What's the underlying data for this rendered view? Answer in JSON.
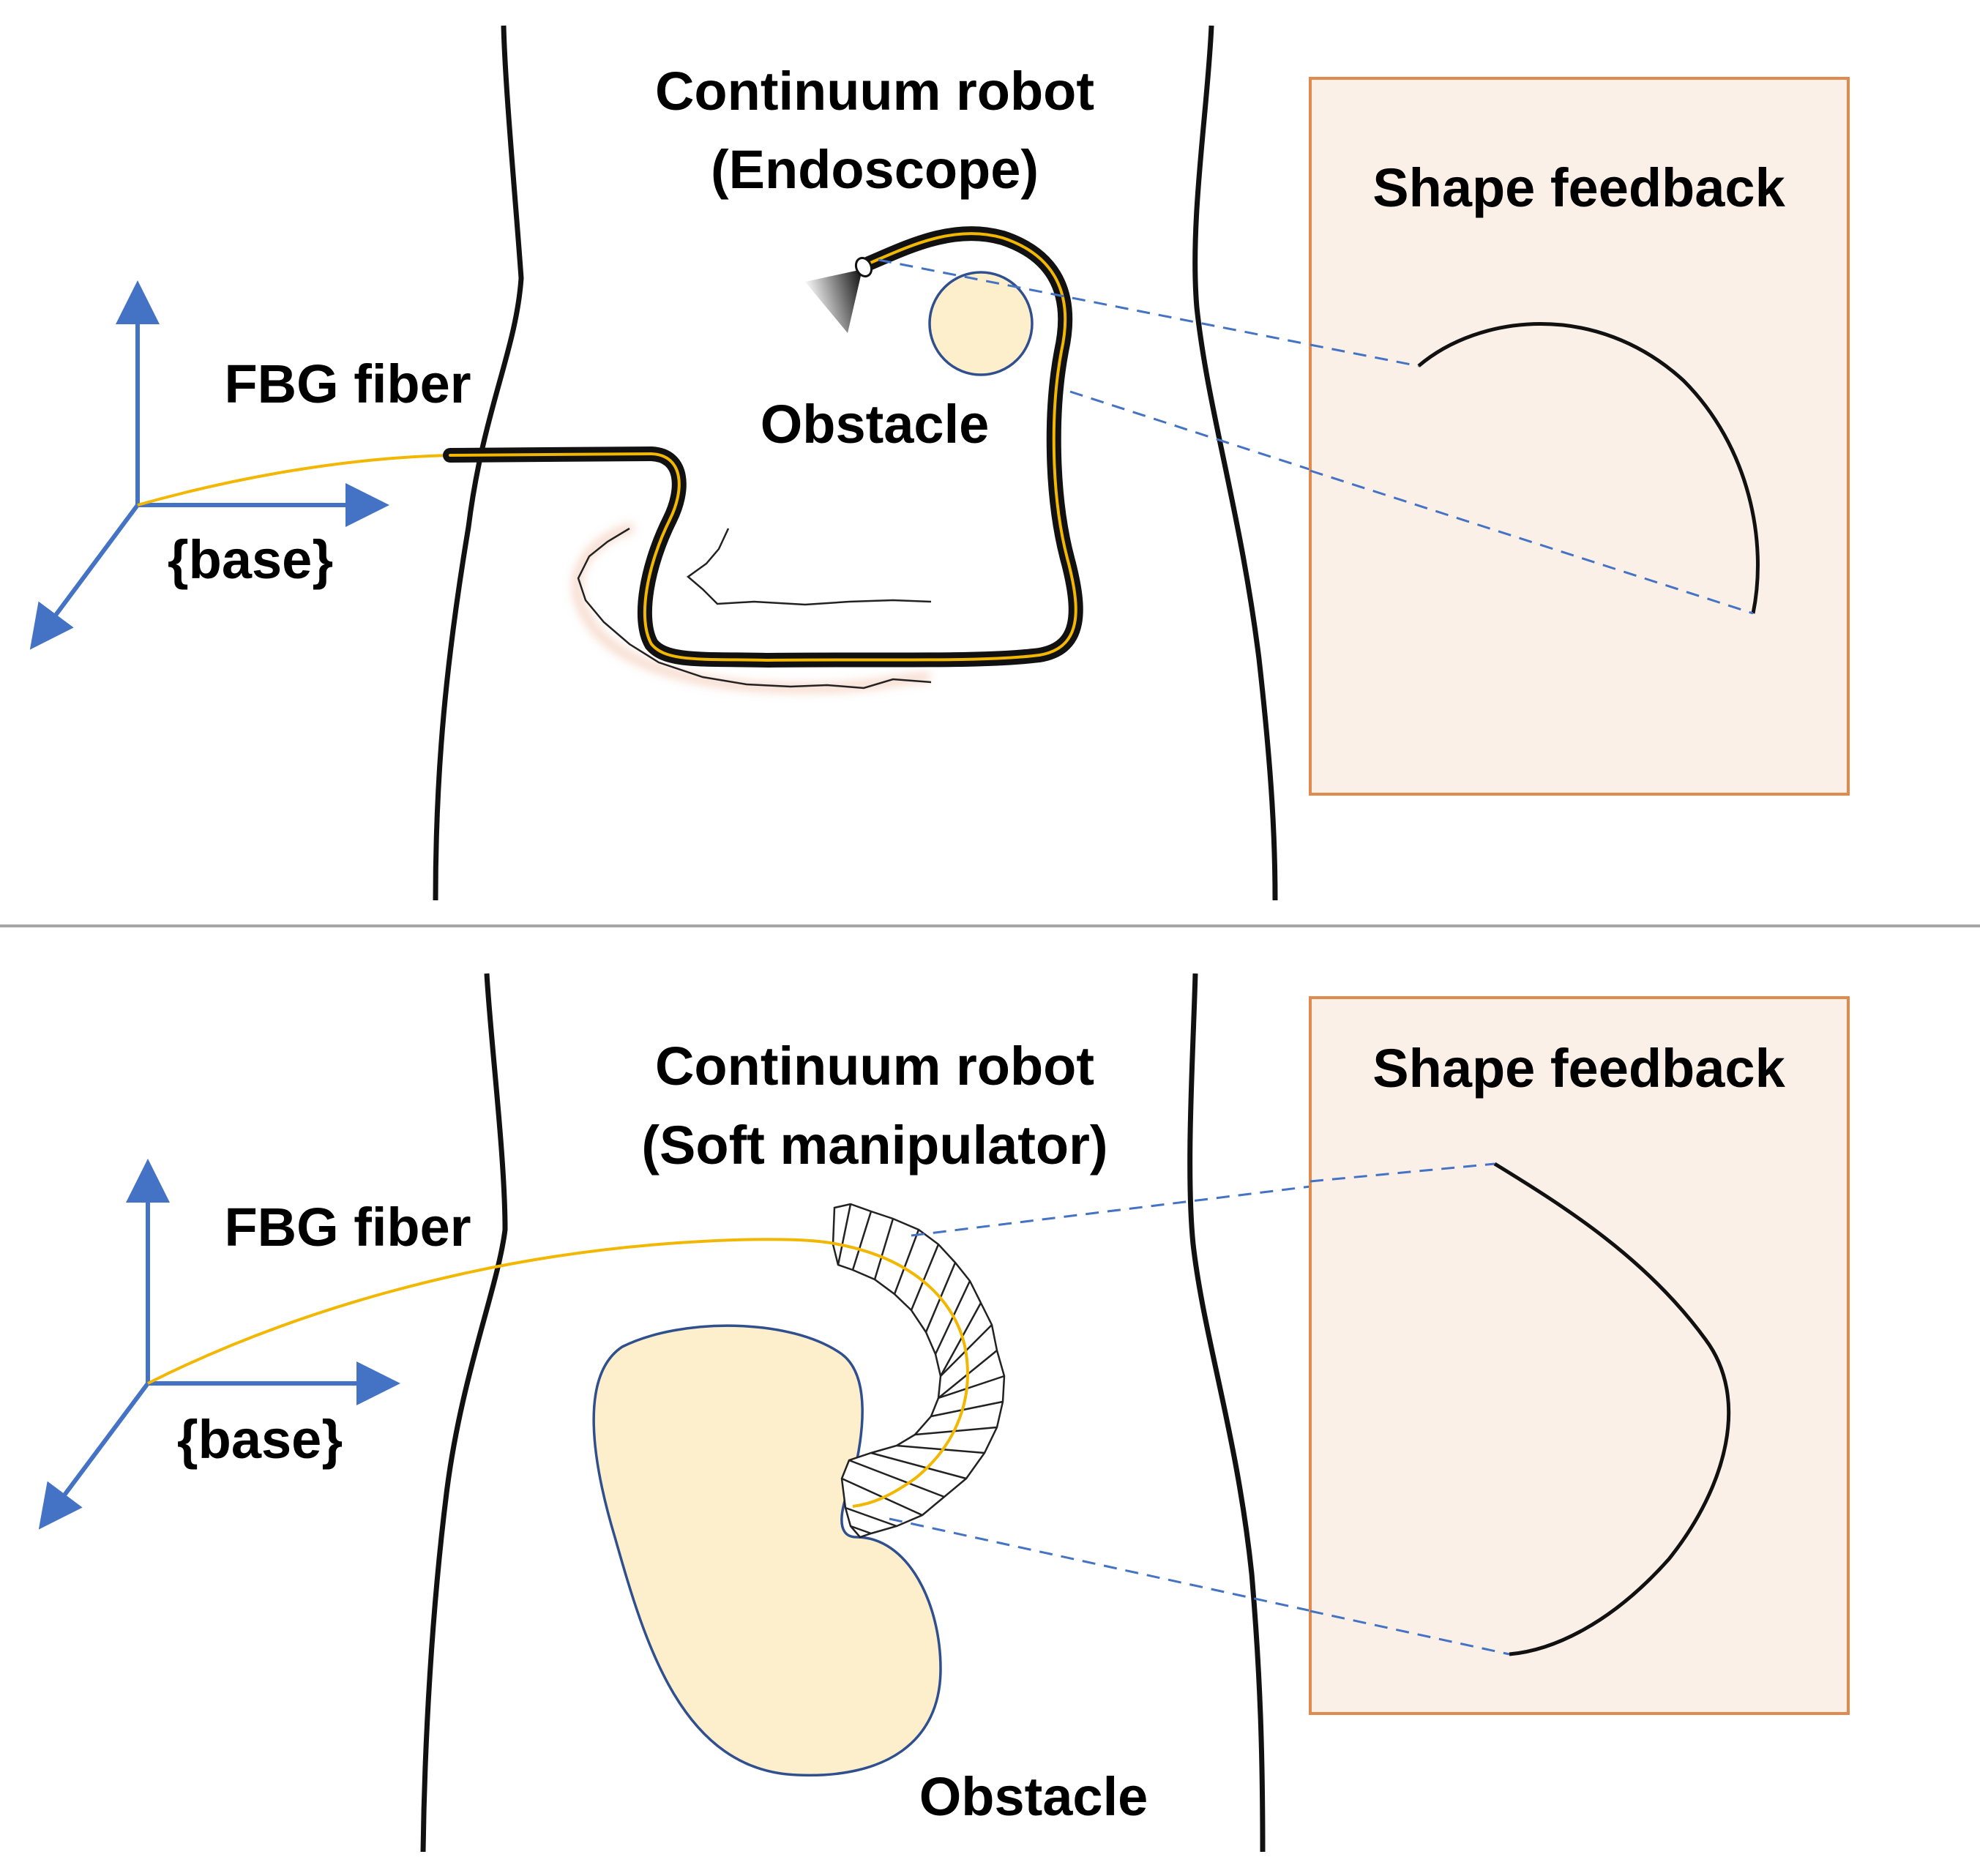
{
  "top_panel": {
    "robot_title_line1": "Continuum robot",
    "robot_title_line2": "(Endoscope)",
    "fiber_label": "FBG fiber",
    "base_label": "{base}",
    "obstacle_label": "Obstacle",
    "feedback_label": "Shape feedback"
  },
  "bottom_panel": {
    "robot_title_line1": "Continuum robot",
    "robot_title_line2": "(Soft manipulator)",
    "fiber_label": "FBG fiber",
    "base_label": "{base}",
    "obstacle_label": "Obstacle",
    "feedback_label": "Shape feedback"
  },
  "colors": {
    "axis": "#4472C4",
    "fiber": "#F2B700",
    "feedback_fill": "#FBF0E8",
    "feedback_border": "#E08A4E",
    "obstacle_fill": "#FDEFCC",
    "obstacle_border": "#2F4F8F",
    "dashed": "#4472C4",
    "divider": "#A6A6A6"
  }
}
